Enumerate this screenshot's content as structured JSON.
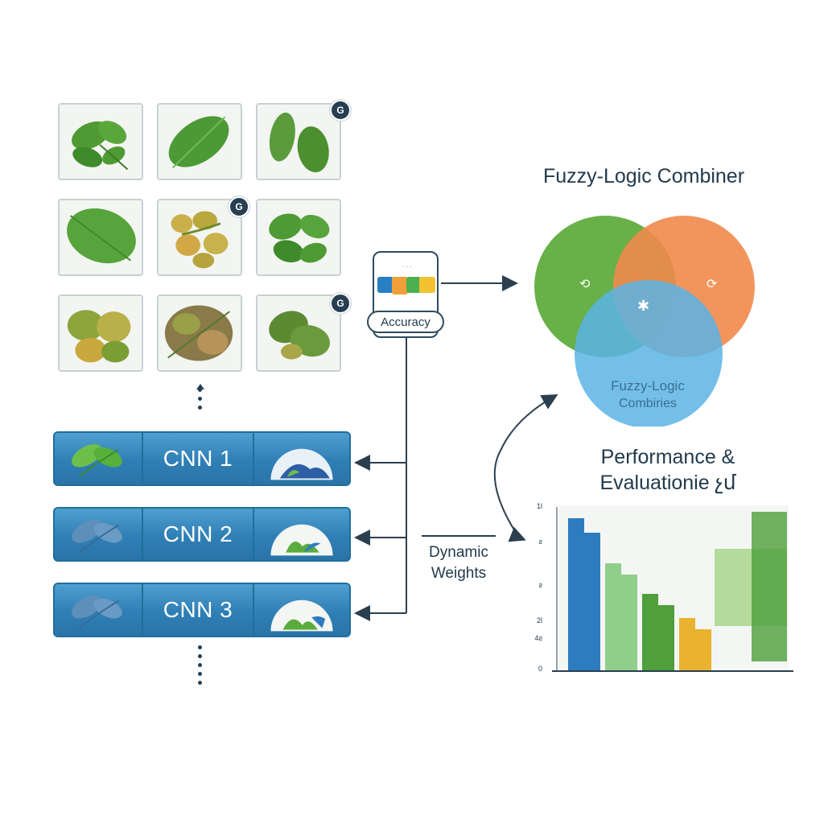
{
  "leaf_grid": {
    "badges": [
      "G",
      "G",
      "G"
    ]
  },
  "cnn_rows": [
    {
      "label": "CNN 1"
    },
    {
      "label": "CNN 2"
    },
    {
      "label": "CNN 3"
    }
  ],
  "accuracy": {
    "label": "Accuracy",
    "colors": [
      "#2a7fc4",
      "#f0a03a",
      "#4caf50",
      "#f2c230"
    ]
  },
  "combiner": {
    "title": "Fuzzy-Logic Combiner",
    "inner_text_line1": "Fuzzy-Logic",
    "inner_text_line2": "Combiries",
    "colors": {
      "green": "#5fad3e",
      "orange": "#f08a4b",
      "blue": "#5ab4e6"
    }
  },
  "dynamic_weights": {
    "line1": "Dynamic",
    "line2": "Weights"
  },
  "performance": {
    "title_line1": "Performance &",
    "title_line2": "Evaluationie չմ"
  },
  "chart_data": {
    "type": "bar",
    "title": "",
    "ytick_labels": [
      "1l",
      "ƨ",
      "ƨ",
      "2l",
      "4ƨ",
      "0"
    ],
    "bars": [
      {
        "value": 0.95,
        "color": "#2e7cc0"
      },
      {
        "value": 0.86,
        "color": "#2e7cc0"
      },
      {
        "value": 0.67,
        "color": "#8fcf8a"
      },
      {
        "value": 0.6,
        "color": "#8fcf8a"
      },
      {
        "value": 0.48,
        "color": "#4f9f3c"
      },
      {
        "value": 0.41,
        "color": "#4f9f3c"
      },
      {
        "value": 0.33,
        "color": "#e9b330"
      },
      {
        "value": 0.26,
        "color": "#e9b330"
      }
    ],
    "colors": [
      "#2e7cc0",
      "#8fcf8a",
      "#4f9f3c",
      "#e9b330",
      "#9fd27f",
      "#4f9f3c"
    ]
  }
}
